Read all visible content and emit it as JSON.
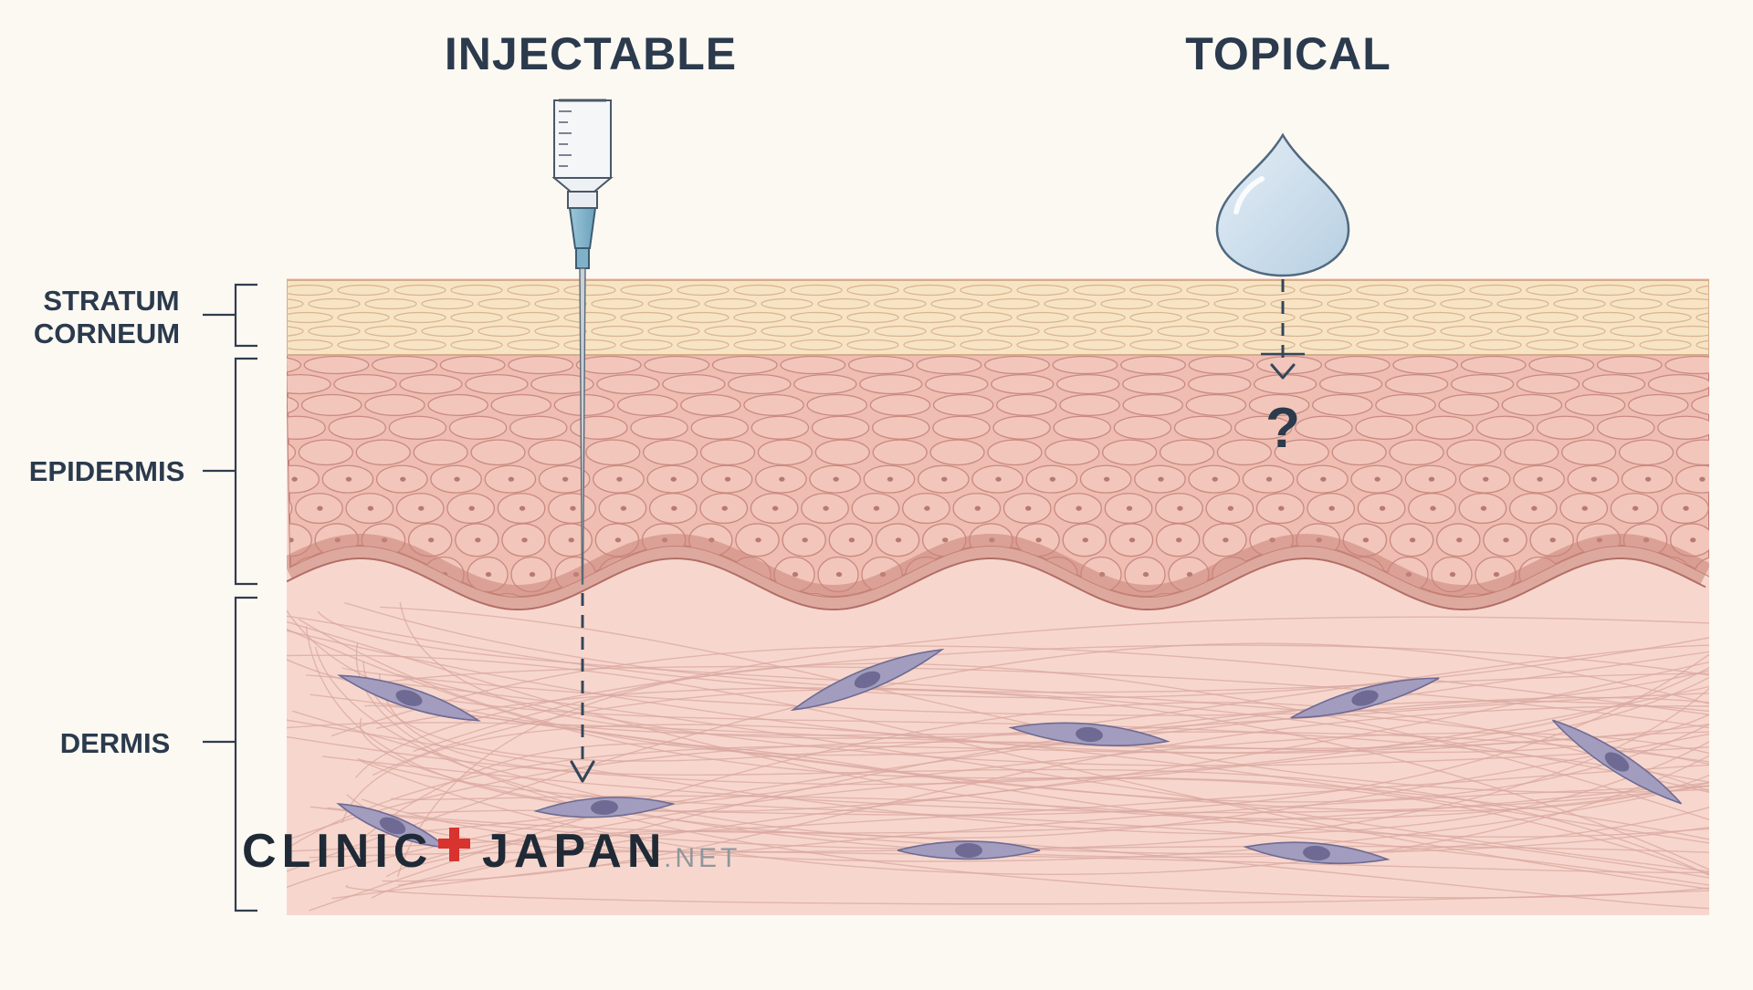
{
  "headings": {
    "injectable": "INJECTABLE",
    "topical": "TOPICAL"
  },
  "layers": {
    "stratum_corneum_line1": "STRATUM",
    "stratum_corneum_line2": "CORNEUM",
    "epidermis": "EPIDERMIS",
    "dermis": "DERMIS"
  },
  "topical_marker": "?",
  "watermark": {
    "part1": "CLINIC",
    "part2": "JAPAN",
    "suffix": ".NET"
  },
  "icons": {
    "syringe": "syringe-icon",
    "droplet": "droplet-icon",
    "fibroblast": "fibroblast-cell-icon",
    "cross": "medical-cross-icon"
  },
  "colors": {
    "text": "#2b3a4c",
    "stratum_corneum": "#f6e3c2",
    "epidermis": "#efbdb2",
    "dermis": "#f6d5cb",
    "fibroblast": "#a09bbc",
    "nucleus": "#6f6a93",
    "arrow": "#34465a",
    "brand_cross": "#d8332f"
  }
}
